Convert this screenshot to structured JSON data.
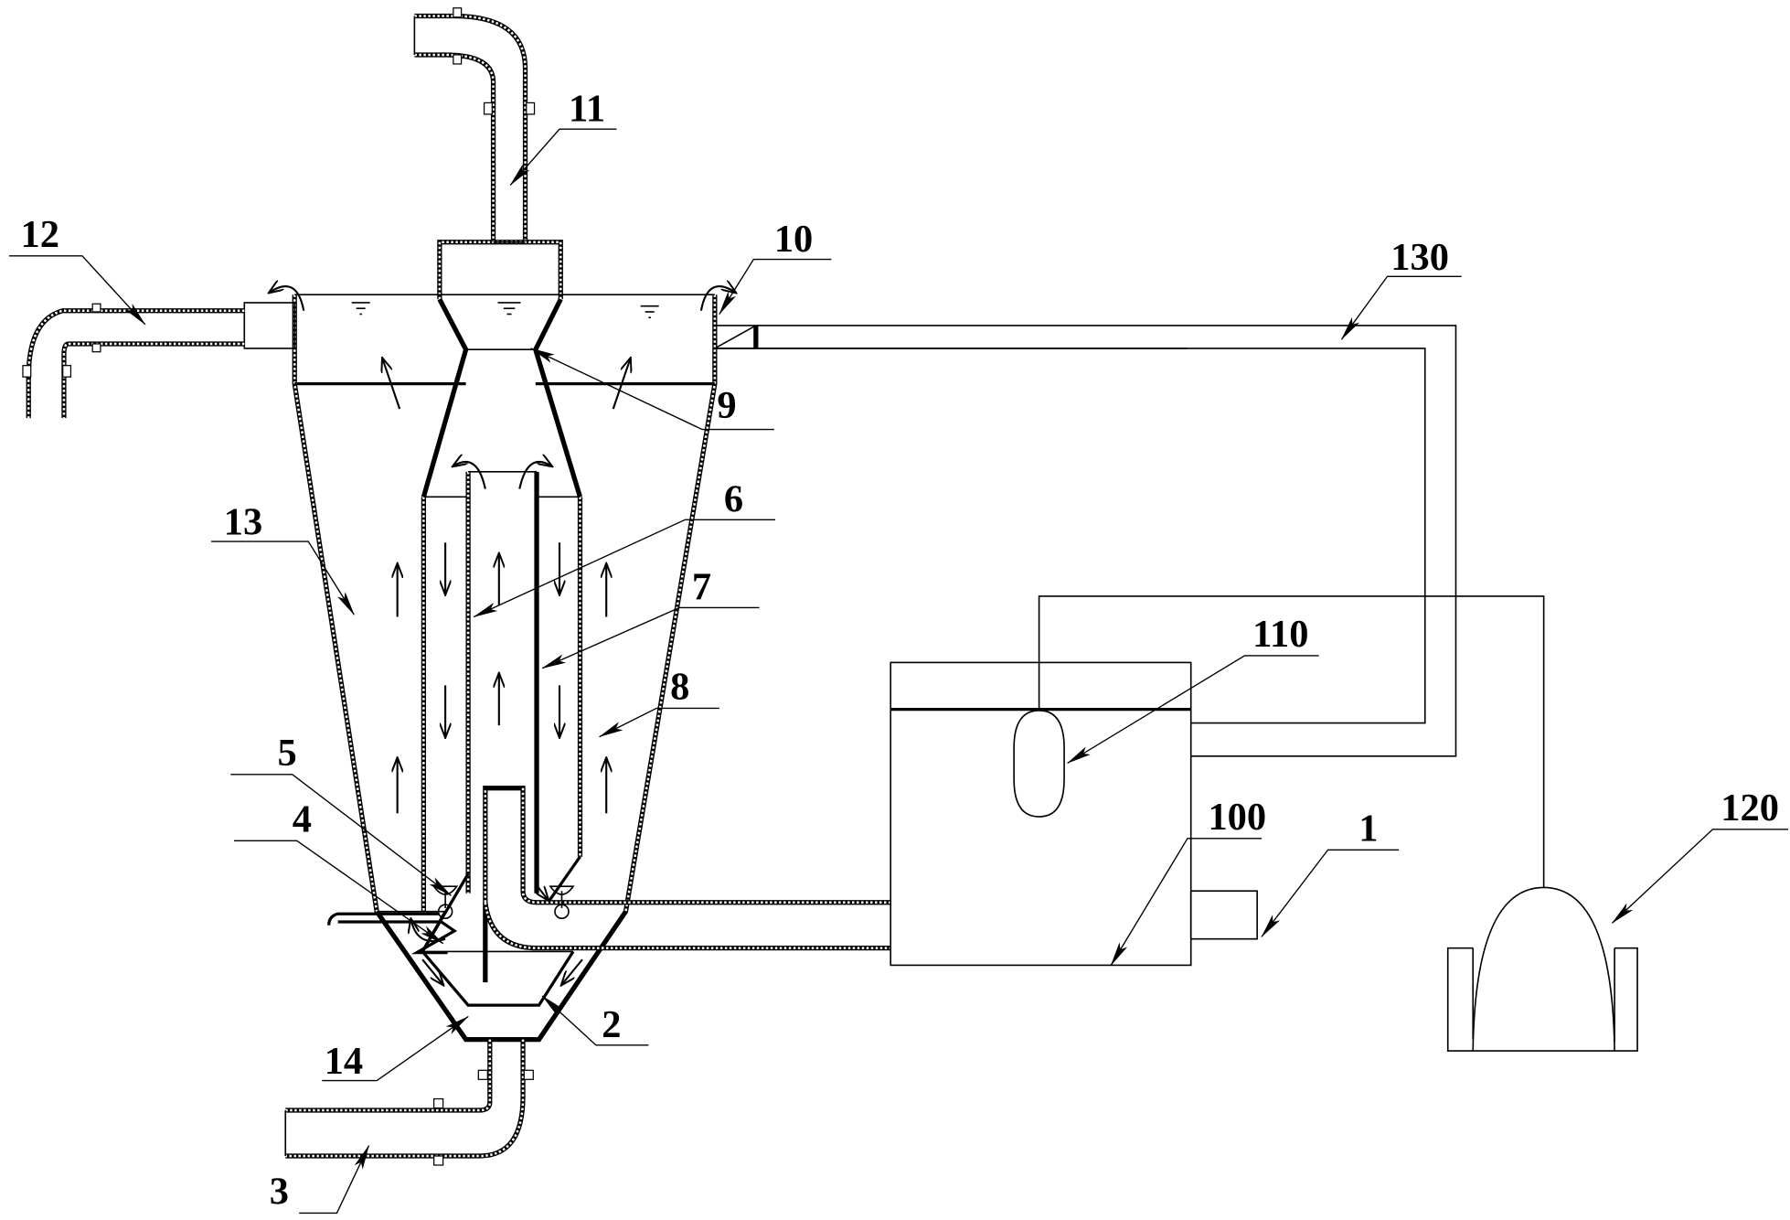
{
  "figure": {
    "type": "patent schematic diagram",
    "description": "Flow-separation reactor vessel with central draft tubes, overflow weir, tank, float and pump"
  },
  "labels": {
    "l1": "1",
    "l2": "2",
    "l3": "3",
    "l4": "4",
    "l5": "5",
    "l6": "6",
    "l7": "7",
    "l8": "8",
    "l9": "9",
    "l10": "10",
    "l11": "11",
    "l12": "12",
    "l13": "13",
    "l14": "14",
    "l100": "100",
    "l110": "110",
    "l120": "120",
    "l130": "130"
  },
  "colors": {
    "line": "#000000",
    "background": "#ffffff"
  }
}
